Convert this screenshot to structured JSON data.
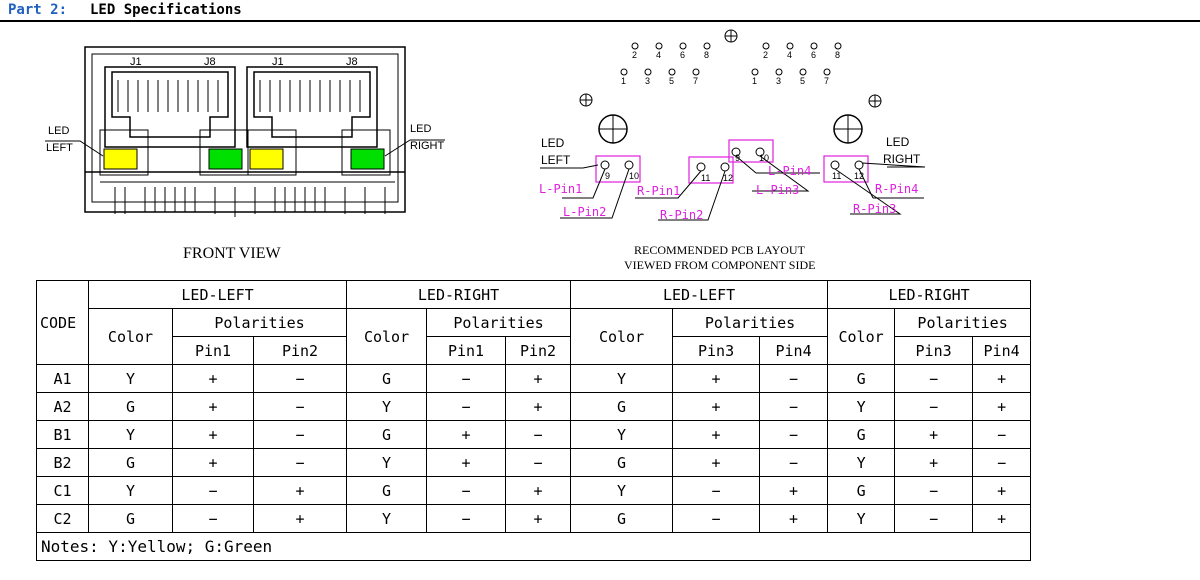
{
  "header": {
    "part": "Part 2:",
    "title": "LED Specifications"
  },
  "front_view": {
    "caption": "FRONT VIEW",
    "jacks": [
      {
        "j1": "J1",
        "j8": "J8"
      },
      {
        "j1": "J1",
        "j8": "J8"
      }
    ],
    "led_left_label": [
      "LED",
      "LEFT"
    ],
    "led_right_label": [
      "LED",
      "RIGHT"
    ],
    "colors": {
      "yellow": "#ffff00",
      "green": "#00e000"
    }
  },
  "pcb": {
    "caption_line1": "RECOMMENDED PCB LAYOUT",
    "caption_line2": "VIEWED FROM COMPONENT SIDE",
    "pins_top": [
      "2",
      "4",
      "6",
      "8"
    ],
    "pins_bottom": [
      "1",
      "3",
      "5",
      "7"
    ],
    "led_left_label": [
      "LED",
      "LEFT"
    ],
    "led_right_label": [
      "LED",
      "RIGHT"
    ],
    "pin_numbers": {
      "p9": "9",
      "p10": "10",
      "p11": "11",
      "p12": "12"
    },
    "labels": {
      "l_pin1": "L-Pin1",
      "l_pin2": "L-Pin2",
      "r_pin1": "R-Pin1",
      "r_pin2": "R-Pin2",
      "l_pin3": "L-Pin3",
      "l_pin4": "L-Pin4",
      "r_pin3": "R-Pin3",
      "r_pin4": "R-Pin4"
    },
    "highlight_color": "#e020e0"
  },
  "table": {
    "code_header": "CODE",
    "groups": [
      "LED-LEFT",
      "LED-RIGHT",
      "LED-LEFT",
      "LED-RIGHT"
    ],
    "color_header": "Color",
    "polarities_header": "Polarities",
    "pin_headers": [
      "Pin1",
      "Pin2",
      "Pin1",
      "Pin2",
      "Pin3",
      "Pin4",
      "Pin3",
      "Pin4"
    ],
    "rows": [
      [
        "A1",
        "Y",
        "+",
        "−",
        "G",
        "−",
        "+",
        "Y",
        "+",
        "−",
        "G",
        "−",
        "+"
      ],
      [
        "A2",
        "G",
        "+",
        "−",
        "Y",
        "−",
        "+",
        "G",
        "+",
        "−",
        "Y",
        "−",
        "+"
      ],
      [
        "B1",
        "Y",
        "+",
        "−",
        "G",
        "+",
        "−",
        "Y",
        "+",
        "−",
        "G",
        "+",
        "−"
      ],
      [
        "B2",
        "G",
        "+",
        "−",
        "Y",
        "+",
        "−",
        "G",
        "+",
        "−",
        "Y",
        "+",
        "−"
      ],
      [
        "C1",
        "Y",
        "−",
        "+",
        "G",
        "−",
        "+",
        "Y",
        "−",
        "+",
        "G",
        "−",
        "+"
      ],
      [
        "C2",
        "G",
        "−",
        "+",
        "Y",
        "−",
        "+",
        "G",
        "−",
        "+",
        "Y",
        "−",
        "+"
      ]
    ],
    "notes": "Notes:  Y:Yellow;   G:Green"
  }
}
